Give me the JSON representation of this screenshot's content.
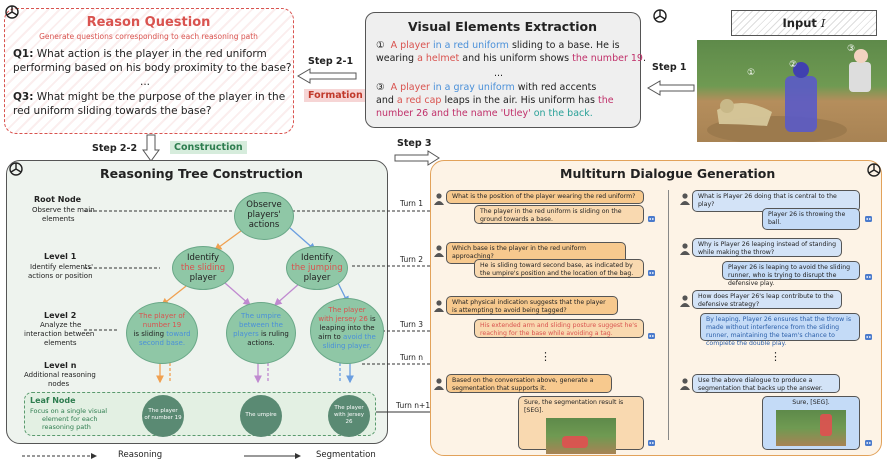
{
  "reason_question": {
    "title": "Reason Question",
    "subtitle": "Generate questions corresponding to each reasoning path",
    "q1_label": "Q1:",
    "q1_text_a": "What action is the player in the red uniform",
    "q1_text_b": "performing based on his body proximity to the base?",
    "dots": "...",
    "q3_label": "Q3:",
    "q3_text_a": "What might be the purpose of the player in the",
    "q3_text_b": "red uniform sliding towards the base?"
  },
  "step21": {
    "label": "Step 2-1",
    "tag": "Formation"
  },
  "step22": {
    "label": "Step 2-2",
    "tag": "Construction"
  },
  "step1": {
    "label": "Step 1"
  },
  "step3": {
    "label": "Step 3"
  },
  "visual": {
    "title": "Visual Elements Extraction",
    "e1_num": "①",
    "e1_a1": "A player",
    "e1_a2": " in a red uniform",
    "e1_a3": " sliding to a base. He is",
    "e1_b1": "wearing ",
    "e1_b2": "a helmet",
    "e1_b3": " and his uniform shows ",
    "e1_b4": "the number 19",
    "e1_b5": ".",
    "dots": "...",
    "e3_num": "③",
    "e3_a1": "A player",
    "e3_a2": " in a gray uniform",
    "e3_a3": " with red accents",
    "e3_b1": "and ",
    "e3_b2": "a red cap",
    "e3_b3": " leaps in the air. His uniform has ",
    "e3_b4": "the",
    "e3_c1": "number 26 and the name 'Utley'",
    "e3_c2": " on the back."
  },
  "input": {
    "label": "Input",
    "symbol": "I",
    "marker1": "①",
    "marker2": "②",
    "marker3": "③"
  },
  "tree": {
    "title": "Reasoning Tree Construction",
    "root_title": "Root Node",
    "root_desc_a": "Observe the main",
    "root_desc_b": "elements",
    "l1_title": "Level 1",
    "l1_desc_a": "Identify elements'",
    "l1_desc_b": "actions  or position",
    "l2_title": "Level 2",
    "l2_desc_a": "Analyze the",
    "l2_desc_b": "interaction between",
    "l2_desc_c": "elements",
    "ln_title": "Level n",
    "ln_desc_a": "Additional reasoning",
    "ln_desc_b": "nodes",
    "leaf_title": "Leaf Node",
    "leaf_desc_a": "Focus on a single visual",
    "leaf_desc_b": "element for each",
    "leaf_desc_c": "reasoning path",
    "root_node_a": "Observe",
    "root_node_b": "players'",
    "root_node_c": "actions",
    "n1_a": "Identify",
    "n1_b": "the sliding",
    "n1_c": "player",
    "n2_a": "Identify",
    "n2_b": "the jumping",
    "n2_c": "player",
    "n3_a": "The player of",
    "n3_b": "number 19",
    "n3_c": "is sliding",
    "n3_c2": " toward",
    "n3_d": "second base.",
    "n4_a": "The umpire",
    "n4_b": "between the",
    "n4_c": "players",
    "n4_c2": " is ruling",
    "n4_d": "actions.",
    "n5_a": "The player",
    "n5_b": "with jersey 26",
    "n5_b2": " is",
    "n5_c": "leaping into the",
    "n5_d": "airn to",
    "n5_d2": " avoid the",
    "n5_e": "sliding player.",
    "leaf1_a": "The player",
    "leaf1_b": "of number 19",
    "leaf2": "The umpire",
    "leaf3_a": "The player",
    "leaf3_b": "with jersey",
    "leaf3_c": "26"
  },
  "turns": {
    "t1": "Turn 1",
    "t2": "Turn 2",
    "t3": "Turn 3",
    "tn": "Turn n",
    "tn1": "Turn n+1"
  },
  "dialogue": {
    "title": "Multiturn Dialogue Generation",
    "l_q1": "What is the position of the player wearing the red uniform?",
    "l_a1": "The player in the red uniform is sliding on the ground towards a base.",
    "l_q2": "Which base is the player in the red uniform approaching?",
    "l_a2": "He is sliding toward second base, as indicated by the umpire's position and the location of the bag.",
    "l_q3": "What physical indication suggests that the player is attempting to avoid being tagged?",
    "l_a3": "His extended arm and sliding posture suggest he's reaching for the base while avoiding a tag.",
    "l_dots": "⋮",
    "l_q4": "Based on the conversation above, generate a segmentation that supports it.",
    "l_a4": "Sure, the segmentation result is [SEG].",
    "r_q1": "What is Player 26 doing that is central to the play?",
    "r_a1": "Player 26 is throwing the ball.",
    "r_q2": "Why is Player 26 leaping instead of standing while making the throw?",
    "r_a2": "Player 26 is leaping to avoid the sliding runner, who is trying to disrupt the defensive play.",
    "r_q3": "How does Player 26's leap contribute to the defensive strategy?",
    "r_a3": "By leaping, Player 26 ensures that the throw is made without interference from the sliding runner, maintaining the team's chance to complete the double play.",
    "r_dots": "⋮",
    "r_q4": "Use the above dialogue to produce a segmentation that backs up the answer.",
    "r_a4": "Sure, [SEG]."
  },
  "legend": {
    "reasoning": "Reasoning",
    "segmentation": "Segmentation"
  },
  "colors": {
    "red_box": "#d9534f",
    "green_panel": "#eef3ee",
    "orange_panel": "#fdf3e6",
    "tree_node": "#8fc7a6",
    "leaf_node": "#5a8a73"
  }
}
